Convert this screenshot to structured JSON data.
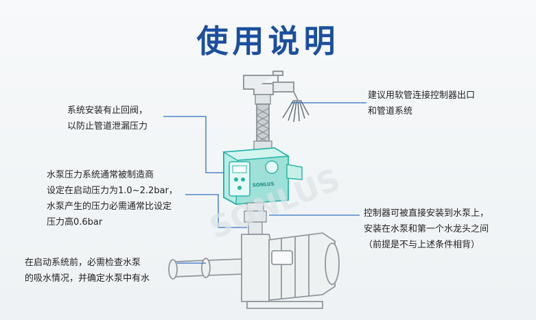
{
  "title": "使用说明",
  "notes": {
    "check_valve": [
      "系统安装有止回阀，",
      "以防止管道泄漏压力"
    ],
    "pump_pressure": [
      "水泵压力系统通常被制造商",
      "设定在启动压力为1.0~2.2bar，",
      "水泵产生的压力必需通常比设定",
      "压力高0.6bar"
    ],
    "pre_start": [
      "在启动系统前，必需检查水泵",
      "的吸水情况，并确定水泵中有水"
    ],
    "hose": [
      "建议用软管连接控制器出口",
      "和管道系统"
    ],
    "install": [
      "控制器可被直接安装到水泵上，",
      "安装在水泵和第一个水龙头之间",
      "（前提是不与上述条件相背）"
    ]
  },
  "brand_text": "SONLUS",
  "colors": {
    "title": "#1b4f9e",
    "leader_line": "#2f6fc2",
    "controller": "#29b5a8",
    "drawing": "#9aa3a8"
  }
}
